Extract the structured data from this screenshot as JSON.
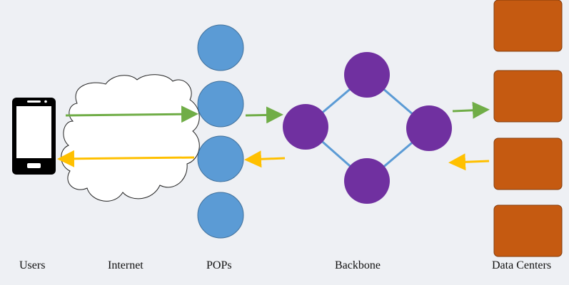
{
  "labels": {
    "users": "Users",
    "internet": "Internet",
    "pops": "POPs",
    "backbone": "Backbone",
    "data_centers": "Data Centers"
  },
  "colors": {
    "background": "#eef0f4",
    "pop_node": "#5b9bd5",
    "backbone_node": "#7030a0",
    "backbone_link": "#5b9bd5",
    "data_center": "#c55a11",
    "request_arrow": "#70ad47",
    "response_arrow": "#ffc000",
    "phone": "#000000"
  },
  "icons": {
    "users": "smartphone-icon",
    "internet": "cloud-icon"
  }
}
